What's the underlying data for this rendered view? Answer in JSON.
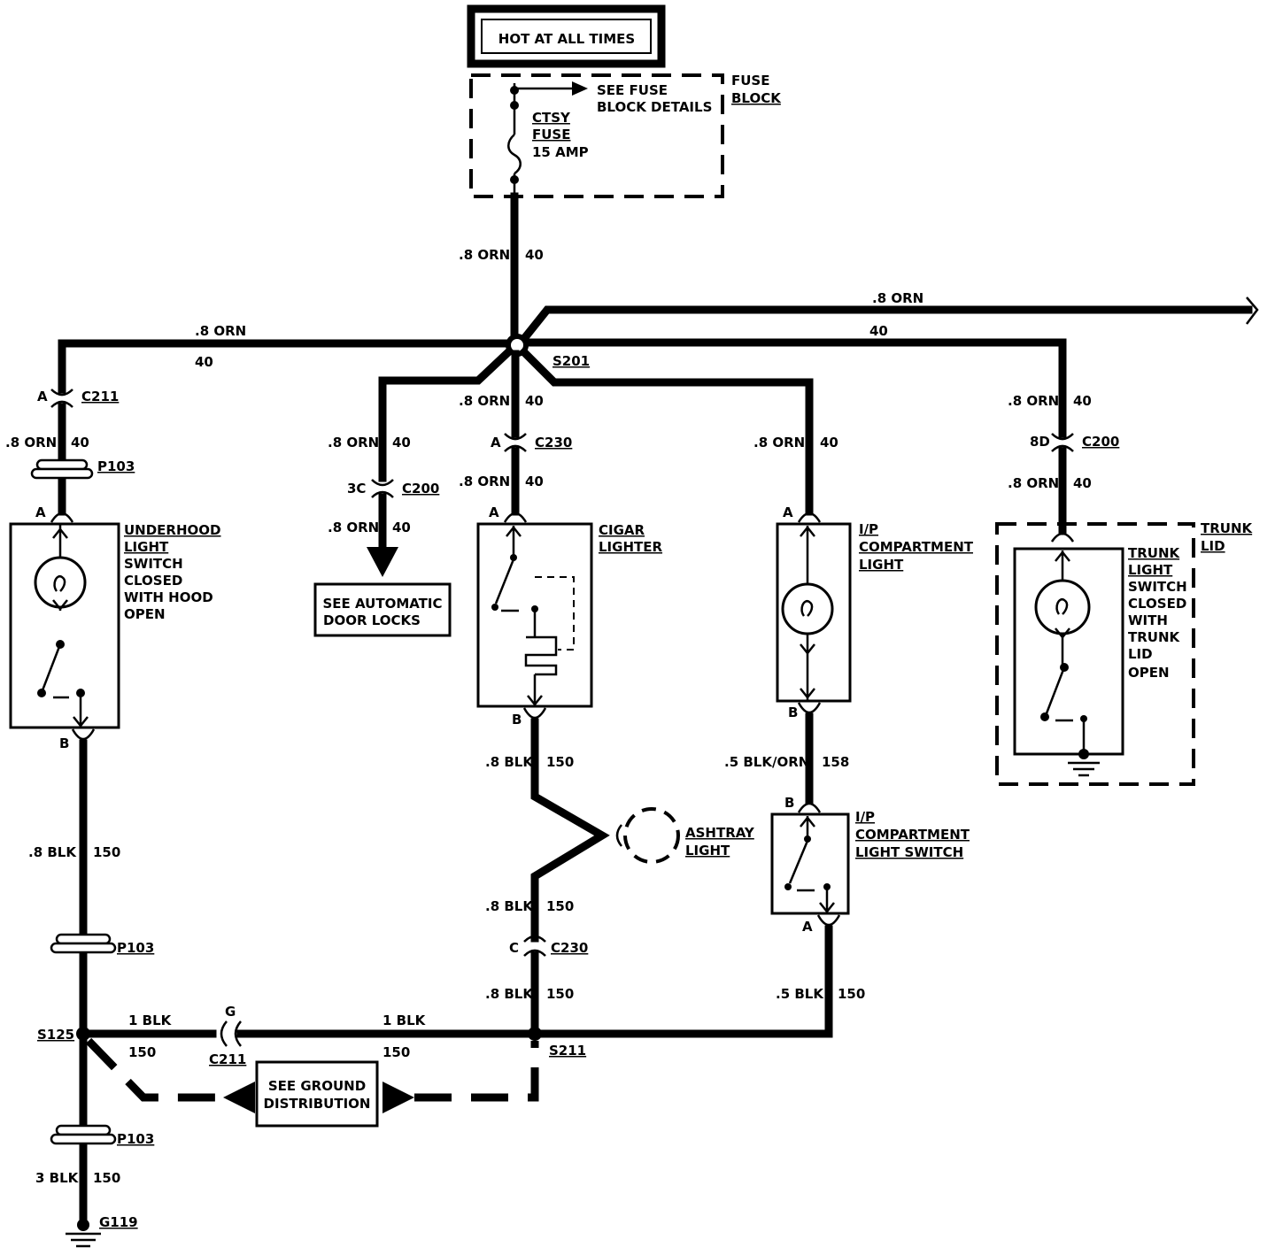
{
  "power": {
    "hot_label": "HOT AT ALL TIMES"
  },
  "fuse_block": {
    "title_1": "FUSE",
    "title_2": "BLOCK",
    "see_1": "SEE FUSE",
    "see_2": "BLOCK DETAILS",
    "fuse_1": "CTSY",
    "fuse_2": "FUSE",
    "fuse_3": "15 AMP"
  },
  "splices": {
    "s201": "S201",
    "s125": "S125",
    "s211": "S211"
  },
  "wires": {
    "orn": ".8 ORN",
    "orn_circuit": "40",
    "blk": ".8 BLK",
    "blk_circuit": "150",
    "blk_orn": ".5 BLK/ORN",
    "blk_orn_circuit": "158",
    "blk_05": ".5 BLK",
    "blk_1": "1 BLK",
    "blk_3": "3 BLK"
  },
  "connectors": {
    "c211": "C211",
    "c200": "C200",
    "c230": "C230",
    "p103": "P103",
    "g119": "G119",
    "pin_a": "A",
    "pin_b": "B",
    "pin_c": "C",
    "pin_g": "G",
    "pin_3c": "3C",
    "pin_8d": "8D"
  },
  "components": {
    "underhood": [
      "UNDERHOOD",
      "LIGHT",
      "SWITCH",
      "CLOSED",
      "WITH HOOD",
      "OPEN"
    ],
    "cigar": [
      "CIGAR",
      "LIGHTER"
    ],
    "ip_light": [
      "I/P",
      "COMPARTMENT",
      "LIGHT"
    ],
    "ip_switch": [
      "I/P",
      "COMPARTMENT",
      "LIGHT SWITCH"
    ],
    "ashtray": [
      "ASHTRAY",
      "LIGHT"
    ],
    "trunk_lid": [
      "TRUNK",
      "LID"
    ],
    "trunk_switch": [
      "TRUNK",
      "LIGHT",
      "SWITCH",
      "CLOSED",
      "WITH",
      "TRUNK",
      "LID",
      "OPEN"
    ]
  },
  "references": {
    "door_locks": [
      "SEE AUTOMATIC",
      "DOOR LOCKS"
    ],
    "ground": [
      "SEE GROUND",
      "DISTRIBUTION"
    ]
  }
}
